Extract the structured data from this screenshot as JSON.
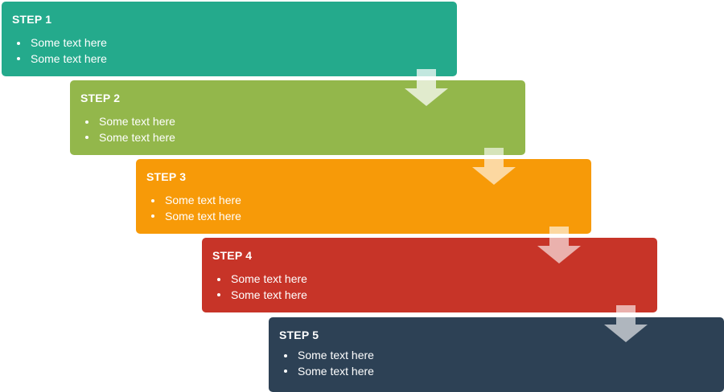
{
  "steps": [
    {
      "title": "STEP 1",
      "bullets": [
        "Some text here",
        "Some text here"
      ],
      "color": "#24aa8c"
    },
    {
      "title": "STEP 2",
      "bullets": [
        "Some text here",
        "Some text here"
      ],
      "color": "#93b74b"
    },
    {
      "title": "STEP 3",
      "bullets": [
        "Some text here",
        "Some text here"
      ],
      "color": "#f79a08"
    },
    {
      "title": "STEP 4",
      "bullets": [
        "Some text here",
        "Some text here"
      ],
      "color": "#c73428"
    },
    {
      "title": "STEP 5",
      "bullets": [
        "Some text here",
        "Some text here"
      ],
      "color": "#2d4155"
    }
  ],
  "arrow_color": "#ffffff",
  "arrow_icon": "down-arrow-icon"
}
